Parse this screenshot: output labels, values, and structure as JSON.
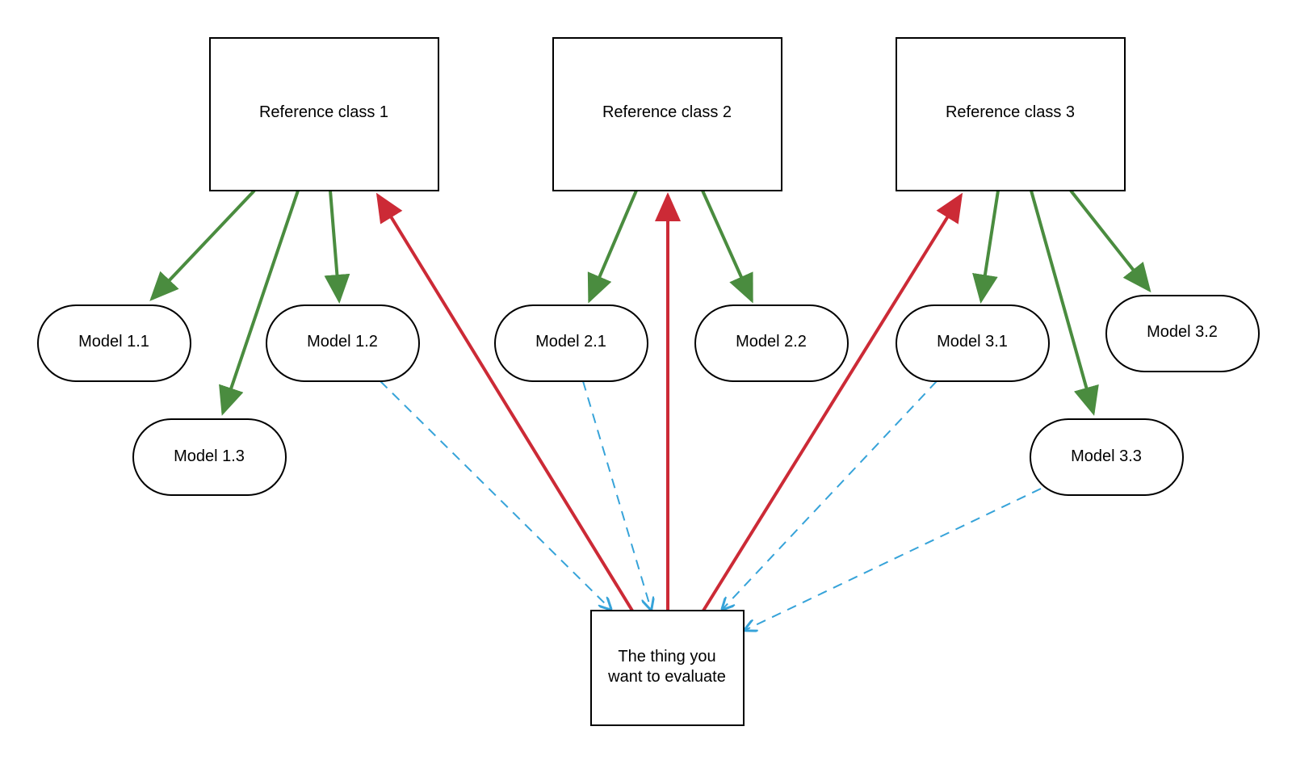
{
  "colors": {
    "model_arrow": "#4a8c3f",
    "evaluate_arrow": "#cc2a36",
    "fit_arrow": "#36a3d9",
    "node_stroke": "#000000",
    "node_fill": "#ffffff"
  },
  "reference_classes": [
    {
      "label": "Reference class 1"
    },
    {
      "label": "Reference class 2"
    },
    {
      "label": "Reference class 3"
    }
  ],
  "models": [
    {
      "label": "Model 1.1"
    },
    {
      "label": "Model 1.2"
    },
    {
      "label": "Model 1.3"
    },
    {
      "label": "Model 2.1"
    },
    {
      "label": "Model 2.2"
    },
    {
      "label": "Model 3.1"
    },
    {
      "label": "Model 3.2"
    },
    {
      "label": "Model 3.3"
    }
  ],
  "target": {
    "line1": "The thing you",
    "line2": "want to evaluate"
  },
  "edges": {
    "model_of": [
      {
        "from": "ref1",
        "to": "m11"
      },
      {
        "from": "ref1",
        "to": "m13"
      },
      {
        "from": "ref1",
        "to": "m12"
      },
      {
        "from": "ref2",
        "to": "m21"
      },
      {
        "from": "ref2",
        "to": "m22"
      },
      {
        "from": "ref3",
        "to": "m31"
      },
      {
        "from": "ref3",
        "to": "m33"
      },
      {
        "from": "ref3",
        "to": "m32"
      }
    ],
    "belongs_to": [
      {
        "from": "target",
        "to": "ref1"
      },
      {
        "from": "target",
        "to": "ref2"
      },
      {
        "from": "target",
        "to": "ref3"
      }
    ],
    "applied_to": [
      {
        "from": "m12",
        "to": "target"
      },
      {
        "from": "m21",
        "to": "target"
      },
      {
        "from": "m31",
        "to": "target"
      },
      {
        "from": "m33",
        "to": "target"
      }
    ]
  }
}
